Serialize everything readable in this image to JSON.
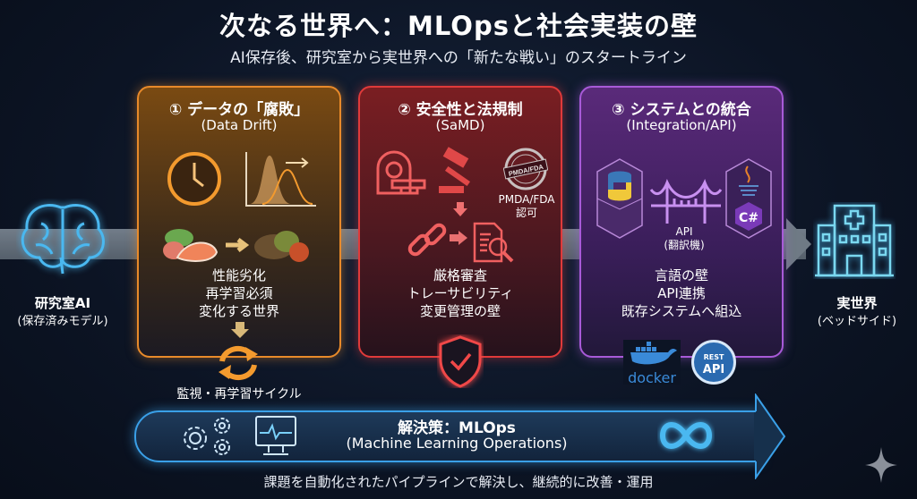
{
  "header": {
    "title": "次なる世界へ：MLOpsと社会実装の壁",
    "subtitle": "AI保存後、研究室から実世界への「新たな戦い」のスタートライン"
  },
  "left_node": {
    "label": "研究室AI",
    "sub": "(保存済みモデル)",
    "icon": "brain-icon"
  },
  "right_node": {
    "label": "実世界",
    "sub": "(ベッドサイド)",
    "icon": "hospital-icon"
  },
  "panels": [
    {
      "title": "① データの「腐敗」",
      "subtitle": "(Data Drift)",
      "lines": [
        "性能劣化",
        "再学習必須",
        "変化する世界"
      ],
      "footer": "監視・再学習サイクル",
      "color": "#e88a2a"
    },
    {
      "title": "② 安全性と法規制",
      "subtitle": "(SaMD)",
      "stamp": "PMDA/FDA",
      "stamp_label": "PMDA/FDA",
      "stamp_label2": "認可",
      "lines": [
        "厳格審査",
        "トレーサビリティ",
        "変更管理の壁"
      ],
      "color": "#e03a3a"
    },
    {
      "title": "③ システムとの統合",
      "subtitle": "(Integration/API)",
      "api_label": "API",
      "api_sub": "(翻訳機)",
      "lines": [
        "言語の壁",
        "API連携",
        "既存システムへ組込"
      ],
      "docker": "docker",
      "rest": "REST",
      "rest_api": "API",
      "color": "#a85ad8"
    }
  ],
  "solution": {
    "title": "解決策：MLOps",
    "subtitle": "(Machine Learning Operations)",
    "footer": "課題を自動化されたパイプラインで解決し、継続的に改善・運用",
    "color": "#3aa0e8"
  }
}
